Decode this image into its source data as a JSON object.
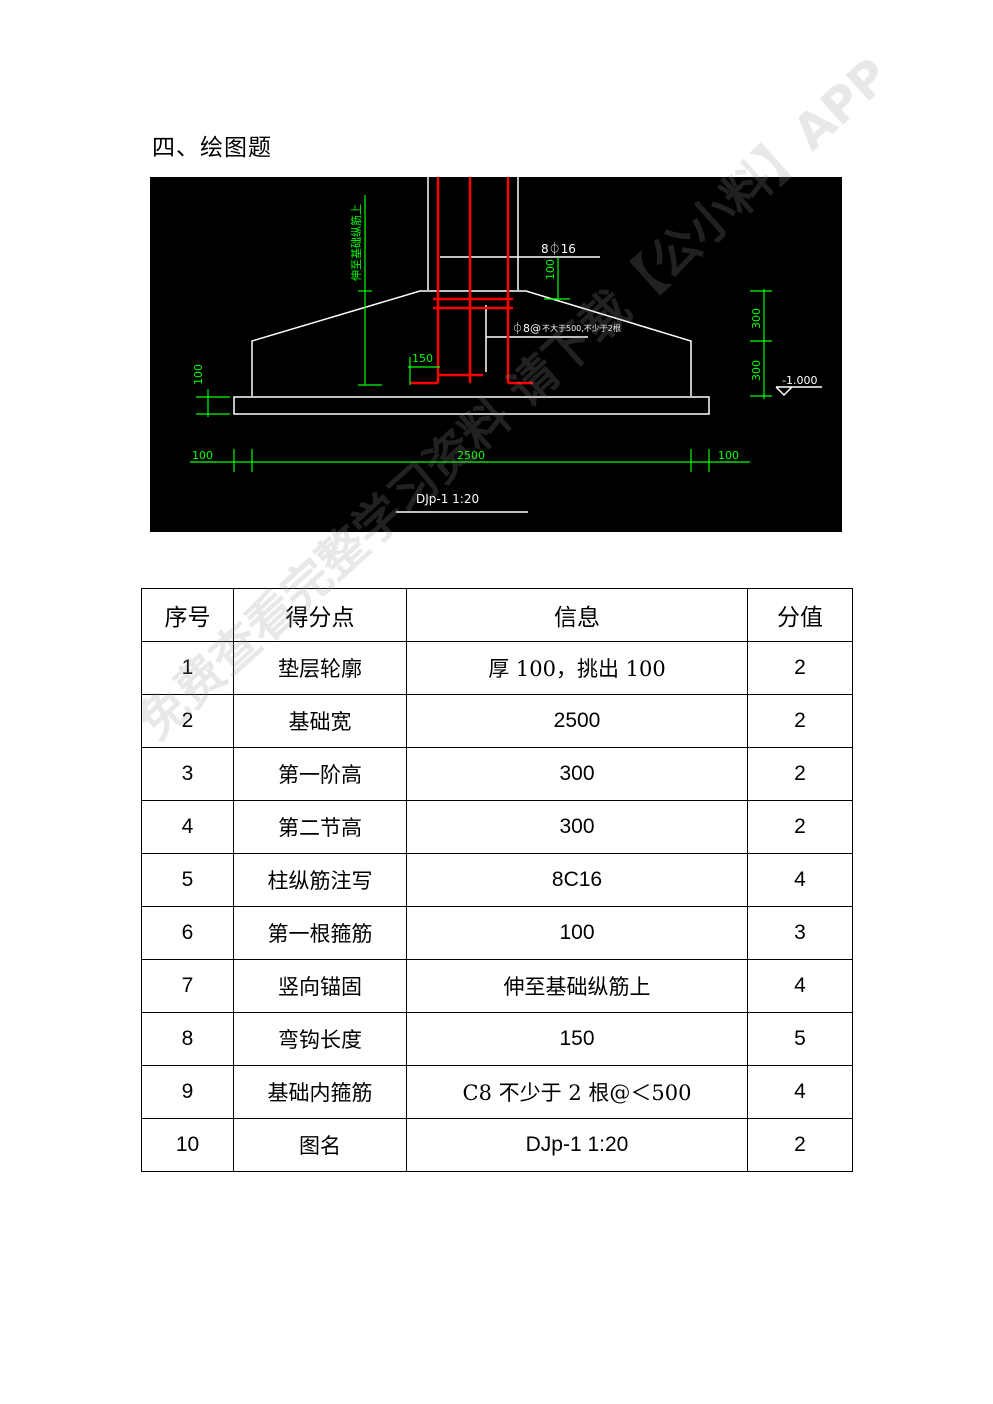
{
  "heading": "四、绘图题",
  "drawing": {
    "rebar_label": "8⏀16",
    "stirrup_label_symbol": "⏀8@",
    "stirrup_label_note": "不大于500,不少于2根",
    "anchor_note": "伸至基础纵筋上",
    "dim_100_first": "100",
    "dim_150": "150",
    "dim_100_pad": "100",
    "dim_300_upper": "300",
    "dim_300_lower": "300",
    "elevation": "-1.000",
    "dim_100_left": "100",
    "dim_2500": "2500",
    "dim_100_right": "100",
    "drawing_name": "DJp-1  1:20"
  },
  "table": {
    "headers": [
      "序号",
      "得分点",
      "信息",
      "分值"
    ],
    "rows": [
      [
        "1",
        "垫层轮廓",
        "厚 100，挑出 100",
        "2"
      ],
      [
        "2",
        "基础宽",
        "2500",
        "2"
      ],
      [
        "3",
        "第一阶高",
        "300",
        "2"
      ],
      [
        "4",
        "第二节高",
        "300",
        "2"
      ],
      [
        "5",
        "柱纵筋注写",
        "8C16",
        "4"
      ],
      [
        "6",
        "第一根箍筋",
        "100",
        "3"
      ],
      [
        "7",
        "竖向锚固",
        "伸至基础纵筋上",
        "4"
      ],
      [
        "8",
        "弯钩长度",
        "150",
        "5"
      ],
      [
        "9",
        "基础内箍筋",
        "C8 不少于 2 根@＜500",
        "4"
      ],
      [
        "10",
        "图名",
        "DJp-1 1:20",
        "2"
      ]
    ]
  },
  "watermark": "免费查看完整学习资料 请下载【公小料】APP",
  "colors": {
    "rebar": "#ff0000",
    "dimension": "#00ff00",
    "outline": "#ffffff",
    "background": "#000000"
  }
}
